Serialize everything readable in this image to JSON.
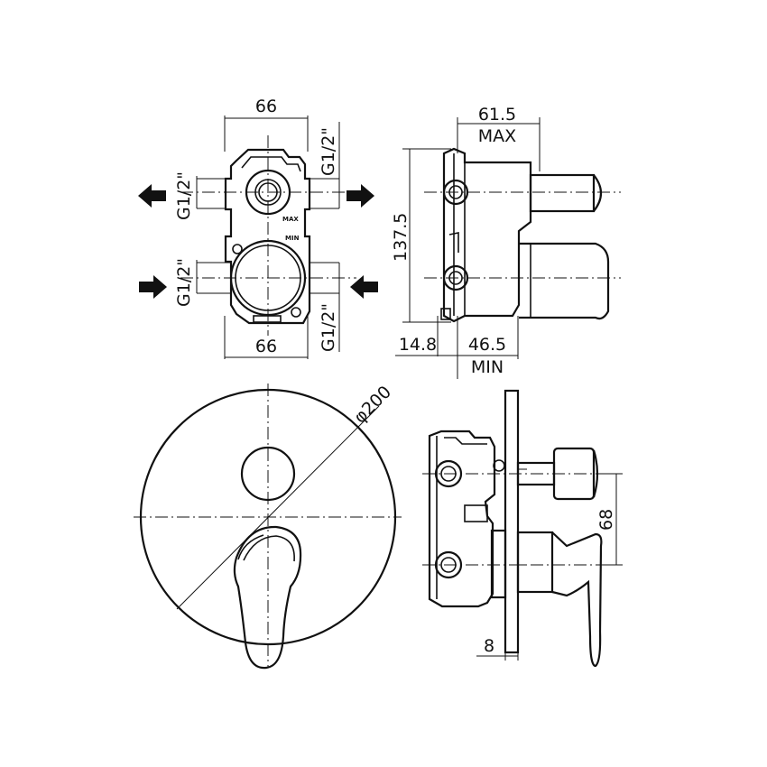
{
  "top_front": {
    "width_top": "66",
    "width_bottom": "66",
    "thread_upper_left": "G1/2\"",
    "thread_lower_left": "G1/2\"",
    "thread_upper_right": "G1/2\"",
    "thread_lower_right": "G1/2\"",
    "label_max": "MAX",
    "label_min": "MIN"
  },
  "top_side": {
    "max_depth": "61.5",
    "max_label": "MAX",
    "height": "137.5",
    "offset": "14.8",
    "min_depth": "46.5",
    "min_label": "MIN"
  },
  "bottom_front": {
    "diameter": "φ200"
  },
  "bottom_side": {
    "spacing": "68",
    "plate": "8"
  }
}
